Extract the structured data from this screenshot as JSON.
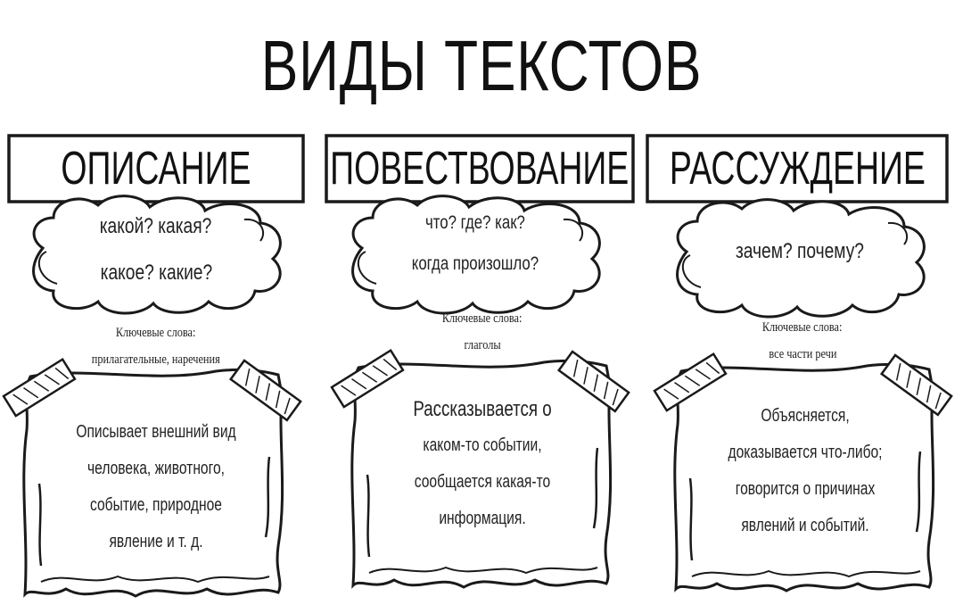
{
  "title": "ВИДЫ ТЕКСТОВ",
  "columns": [
    {
      "header": "ОПИСАНИЕ",
      "cloud": [
        "какой? какая?",
        "какое? какие?"
      ],
      "keywords_label": "Ключевые слова:",
      "keywords": "прилагательные, наречения",
      "note": [
        "Описывает внешний вид",
        "человека, животного,",
        "событие, природное",
        "явление и т. д."
      ]
    },
    {
      "header": "ПОВЕСТВОВАНИЕ",
      "cloud": [
        "что? где? как?",
        "когда произошло?"
      ],
      "keywords_label": "Ключевые слова:",
      "keywords": "глаголы",
      "note": [
        "Рассказывается о",
        "каком-то событии,",
        "сообщается какая-то",
        "информация."
      ]
    },
    {
      "header": "РАССУЖДЕНИЕ",
      "cloud": [
        "зачем? почему?"
      ],
      "keywords_label": "Ключевые слова:",
      "keywords": "все части речи",
      "note": [
        "Объясняется,",
        "доказывается что-либо;",
        "говорится о причинах",
        "явлений и событий."
      ]
    }
  ]
}
